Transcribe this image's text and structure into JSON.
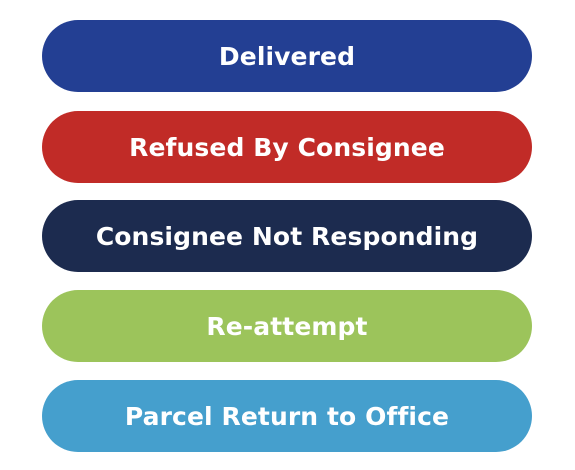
{
  "buttons": [
    {
      "label": "Delivered",
      "color": "#233f93"
    },
    {
      "label": "Refused By Consignee",
      "color": "#c12b27"
    },
    {
      "label": "Consignee Not Responding",
      "color": "#1c2b4f"
    },
    {
      "label": "Re-attempt",
      "color": "#9cc45b"
    },
    {
      "label": "Parcel Return to Office",
      "color": "#459fcd"
    }
  ]
}
